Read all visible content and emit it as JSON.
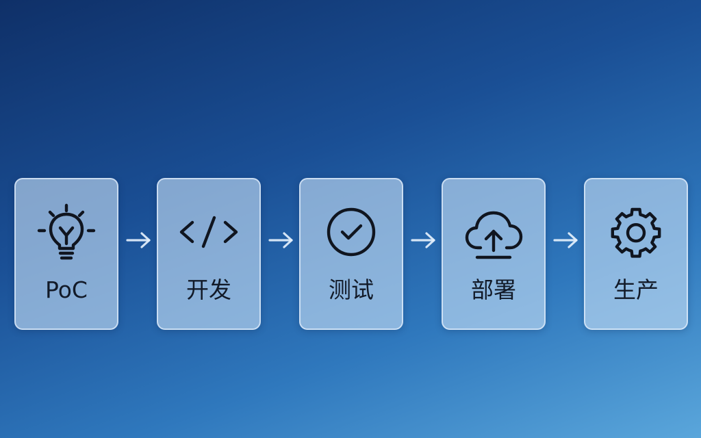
{
  "stages": [
    {
      "label": "PoC",
      "icon": "lightbulb-icon"
    },
    {
      "label": "开发",
      "icon": "code-brackets-icon"
    },
    {
      "label": "测试",
      "icon": "check-circle-icon"
    },
    {
      "label": "部署",
      "icon": "cloud-upload-icon"
    },
    {
      "label": "生产",
      "icon": "gear-icon"
    }
  ],
  "connectors": [
    "right-arrow-icon",
    "right-arrow-icon",
    "right-arrow-icon",
    "right-arrow-icon"
  ],
  "colors": {
    "background_top": "#0f3068",
    "background_bottom": "#5aa6db",
    "card_fill": "#c6def6",
    "icon_stroke": "#10151f",
    "arrow": "#e4f0fc"
  }
}
